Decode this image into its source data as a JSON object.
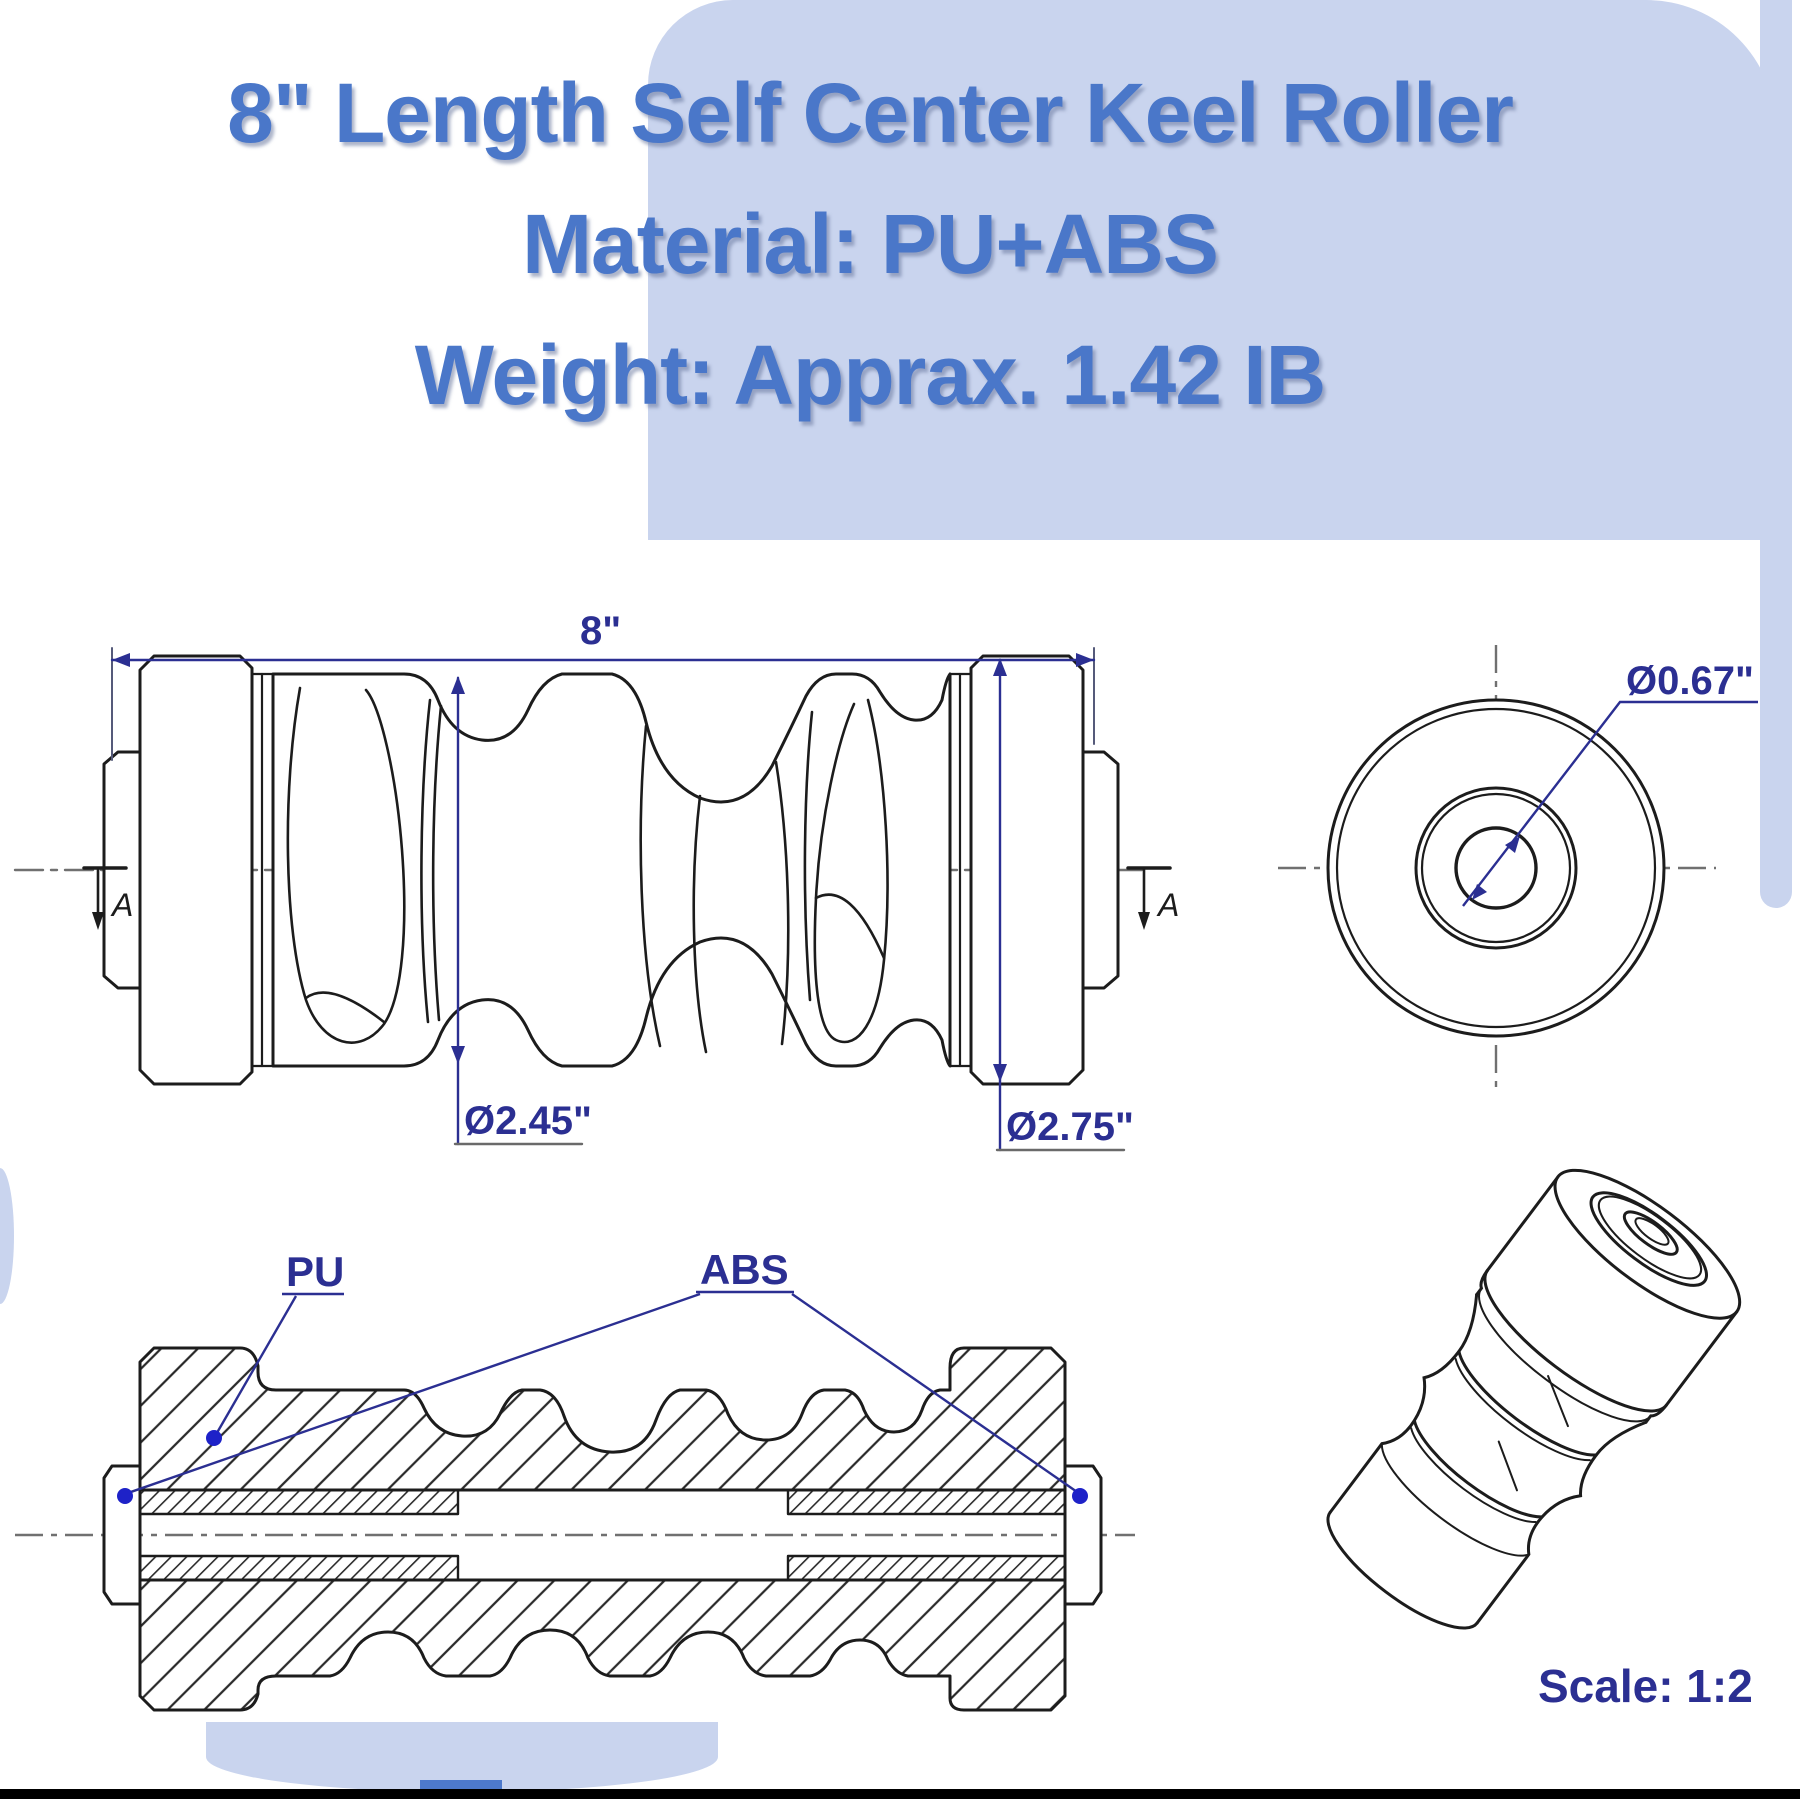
{
  "title": {
    "line1": "8\" Length Self Center Keel Roller",
    "line2": "Material: PU+ABS",
    "line3": "Weight: Apprax. 1.42 IB"
  },
  "drawing": {
    "side_view": {
      "length_label": "8\"",
      "groove_diameter_label": "Ø2.45\"",
      "flange_diameter_label": "Ø2.75\"",
      "section_marker_left": "A",
      "section_marker_right": "A"
    },
    "end_view": {
      "bore_diameter_label": "Ø0.67\""
    },
    "section_view": {
      "material_label_pu": "PU",
      "material_label_abs": "ABS"
    },
    "iso_view": {
      "scale_label": "Scale: 1:2"
    }
  },
  "colors": {
    "title_blue": "#4a77c9",
    "background_blue": "#c9d4ee",
    "dimension_navy": "#2b2f92",
    "drawing_black": "#1c1c1c",
    "centerline_gray": "#707070",
    "dot_blue": "#1e22c8",
    "bottom_bar_black": "#000000",
    "accent_tab_blue": "#4d79cc"
  }
}
